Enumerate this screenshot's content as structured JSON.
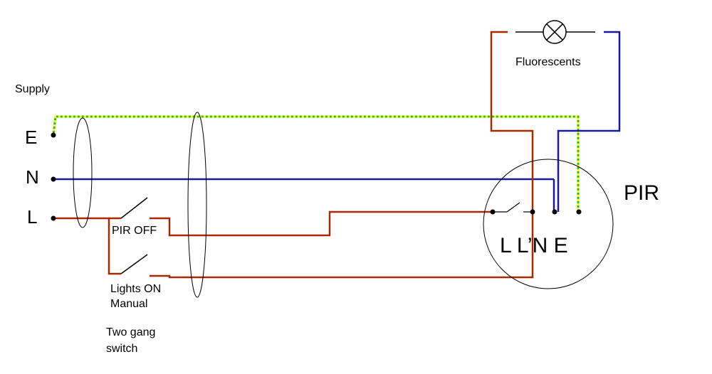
{
  "labels": {
    "supply": "Supply",
    "earth": "E",
    "neutral": "N",
    "live": "L",
    "pir_off": "PIR OFF",
    "lights_on": "Lights ON",
    "manual": "Manual",
    "two_gang_1": "Two gang",
    "two_gang_2": "switch",
    "fluorescents": "Fluorescents",
    "pir": "PIR",
    "pir_terminals": "L L’N E"
  },
  "colors": {
    "live": "#a52a00",
    "neutral": "#1a1aa0",
    "earth_green": "#22bb22",
    "earth_yellow": "#ffff00",
    "outline": "#000000"
  }
}
